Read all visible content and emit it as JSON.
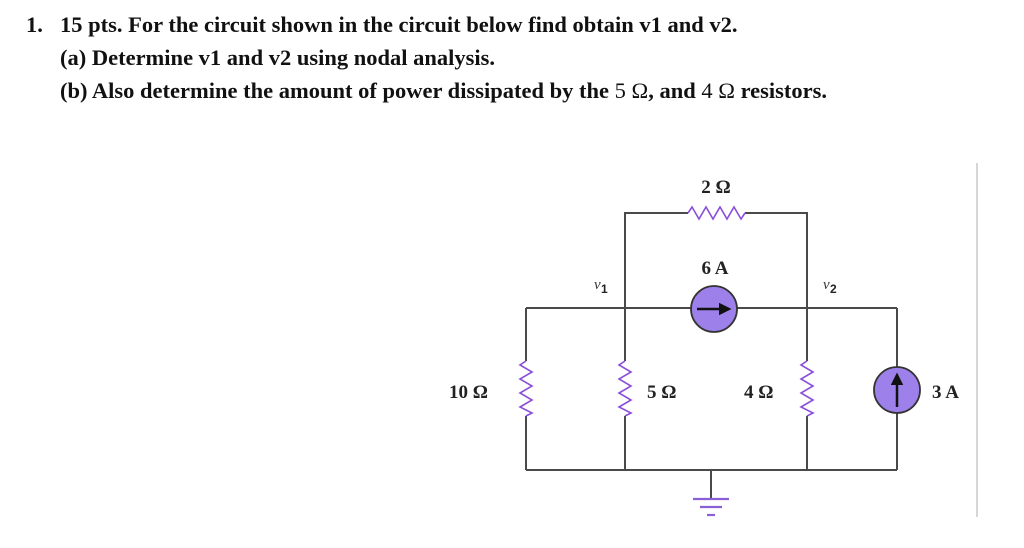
{
  "question": {
    "number": "1.",
    "line1": "15 pts. For the circuit shown in the circuit below find obtain v1 and v2.",
    "line2": "(a) Determine v1 and v2 using nodal analysis.",
    "line3_pre": "(b) Also determine the amount of power dissipated by the ",
    "line3_r1": "5 Ω",
    "line3_mid": ", and ",
    "line3_r2": "4 Ω",
    "line3_post": " resistors."
  },
  "circuit": {
    "r_top": "2 Ω",
    "src_top": "6 A",
    "node1_v": "v",
    "node1_sub": "1",
    "node2_v": "v",
    "node2_sub": "2",
    "r_left": "10 Ω",
    "r_mid": "5 Ω",
    "r_right": "4 Ω",
    "src_right": "3 A",
    "colors": {
      "wire": "#4a4a4a",
      "resistor": "#8a4fd8",
      "source_fill": "#9e80ea",
      "ground": "#8a5fd8",
      "divider": "#d6d6d6"
    }
  }
}
